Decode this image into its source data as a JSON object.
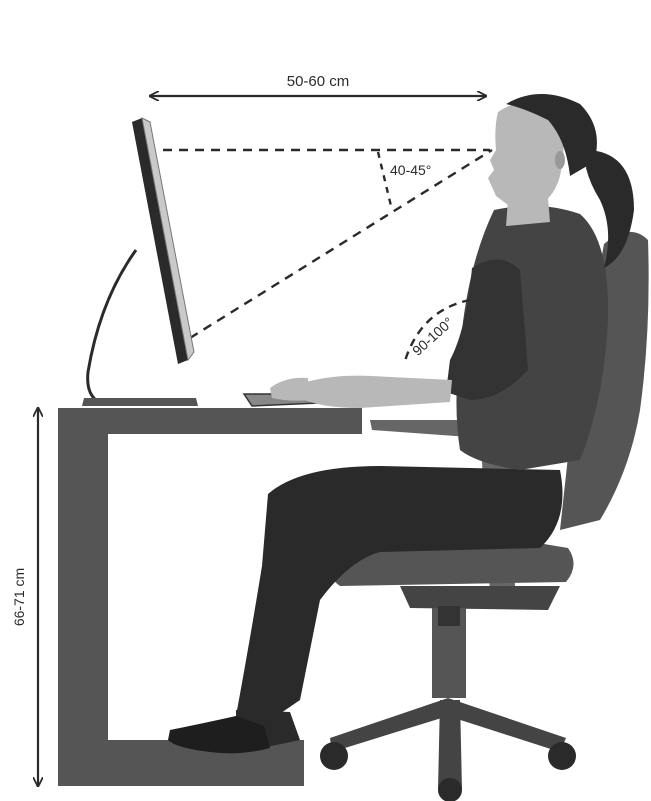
{
  "labels": {
    "viewing_distance": "50-60 cm",
    "viewing_angle": "40-45°",
    "elbow_angle": "90-100°",
    "desk_height": "66-71 cm"
  },
  "colors": {
    "background": "#ffffff",
    "dark": "#2a2a2a",
    "mid": "#555555",
    "light": "#9a9a9a",
    "skin": "#b8b8b8"
  }
}
